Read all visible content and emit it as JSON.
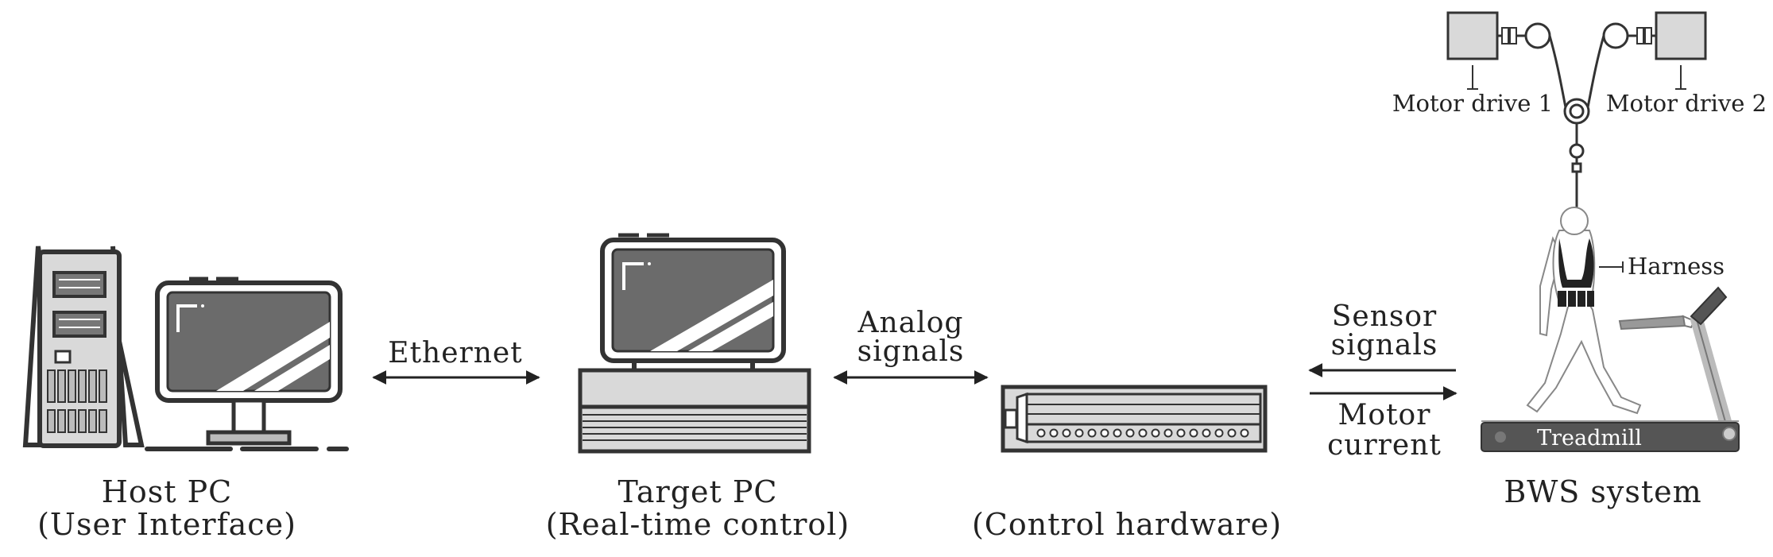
{
  "host_pc": {
    "title": "Host PC",
    "subtitle": "(User Interface)"
  },
  "ethernet": {
    "label": "Ethernet"
  },
  "target_pc": {
    "title": "Target PC",
    "subtitle": "(Real-time control)"
  },
  "analog_signals": {
    "line1": "Analog",
    "line2": "signals"
  },
  "control_hardware": {
    "subtitle": "(Control hardware)"
  },
  "sensor_signals": {
    "line1": "Sensor",
    "line2": "signals"
  },
  "motor_current": {
    "line1": "Motor",
    "line2": "current"
  },
  "bws": {
    "title": "BWS system",
    "motor_drive_1": "Motor drive 1",
    "motor_drive_2": "Motor drive 2",
    "harness": "Harness",
    "treadmill": "Treadmill"
  },
  "colors": {
    "dark": "#333333",
    "screen": "#6b6b6b",
    "light": "#d9d9d9",
    "white": "#ffffff"
  }
}
